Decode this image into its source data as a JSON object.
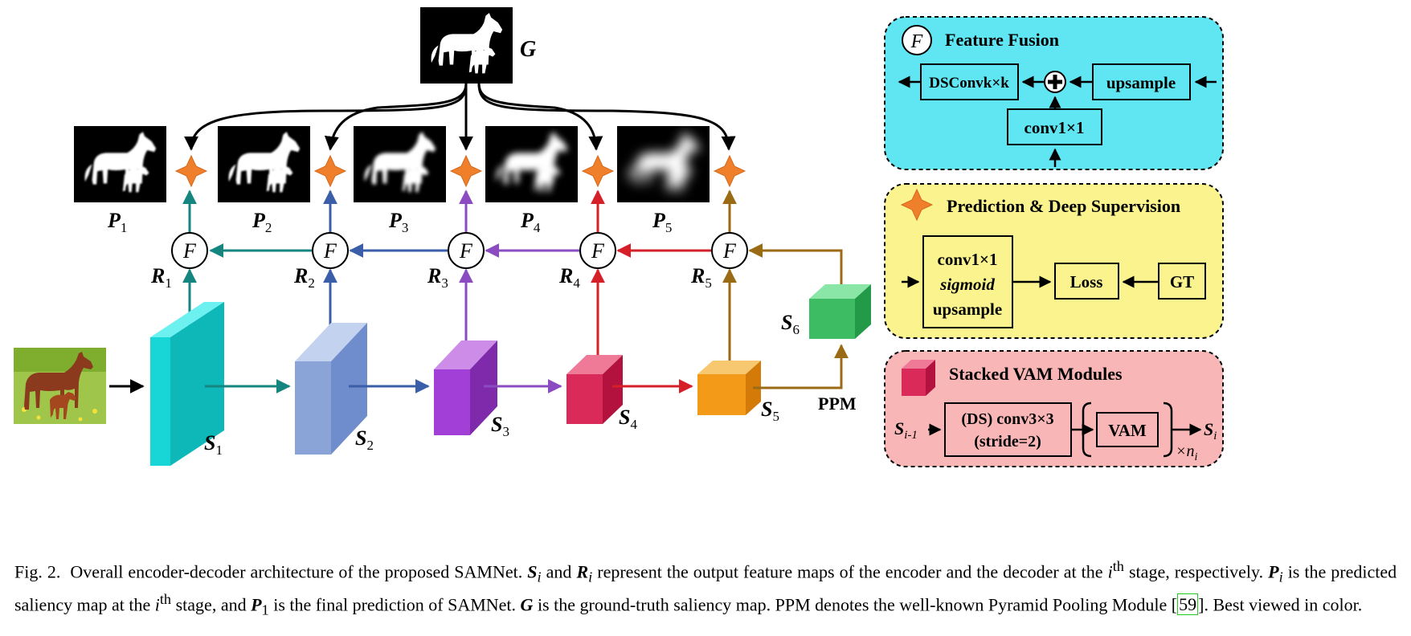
{
  "labels": {
    "G": "G",
    "P": [
      "P",
      "P",
      "P",
      "P",
      "P"
    ],
    "P_sub": [
      "1",
      "2",
      "3",
      "4",
      "5"
    ],
    "R": [
      "R",
      "R",
      "R",
      "R",
      "R"
    ],
    "R_sub": [
      "1",
      "2",
      "3",
      "4",
      "5"
    ],
    "S": [
      "S",
      "S",
      "S",
      "S",
      "S",
      "S"
    ],
    "S_sub": [
      "1",
      "2",
      "3",
      "4",
      "5",
      "6"
    ],
    "ppm": "PPM",
    "fusion_symbol": "F"
  },
  "colors": {
    "s1": "#19d6d6",
    "s2": "#8aa4d8",
    "s3": "#a23fd6",
    "s4": "#d92a5a",
    "s5": "#f39a18",
    "s6": "#3dbc64",
    "arrow1": "#14857f",
    "arrow2": "#3a5ea8",
    "arrow3": "#8a4cc0",
    "arrow4": "#d5202a",
    "arrow5": "#9b6a14",
    "star": "#f07f2c",
    "fusion_bg": "#5fe6f2",
    "pred_bg": "#fbf48e",
    "vam_bg": "#f9b6b6",
    "ref_box": "#22cc22"
  },
  "legend": {
    "fusion": {
      "title": "Feature Fusion",
      "box_dsconv": "DSConvk×k",
      "box_upsample": "upsample",
      "box_conv": "conv1×1"
    },
    "prediction": {
      "title": "Prediction & Deep Supervision",
      "line1": "conv1×1",
      "line2": "sigmoid",
      "line3": "upsample",
      "loss": "Loss",
      "gt": "GT"
    },
    "vam": {
      "title": "Stacked VAM Modules",
      "input": "S",
      "input_sub": "i-1",
      "conv_line1": "(DS) conv3×3",
      "conv_line2": "(stride=2)",
      "vam": "VAM",
      "output": "S",
      "output_sub": "i",
      "repeat": "×n",
      "repeat_sub": "i"
    }
  },
  "caption": {
    "prefix": "Fig. 2.",
    "part1": "Overall encoder-decoder architecture of the proposed SAMNet.",
    "s_i": "S",
    "i": "i",
    "and": "and",
    "r_i": "R",
    "part2": "represent the output feature maps of the encoder and the decoder at the",
    "ith": "i",
    "th": "th",
    "part3": "stage, respectively.",
    "p_i": "P",
    "part4": "is the predicted saliency map at the",
    "part5": "stage, and",
    "p_1": "P",
    "one": "1",
    "part6": "is the final prediction of SAMNet.",
    "g": "G",
    "part7": "is the ground-truth saliency map. PPM denotes the well-known Pyramid Pooling Module [",
    "ref": "59",
    "part8": "]. Best viewed in color."
  }
}
